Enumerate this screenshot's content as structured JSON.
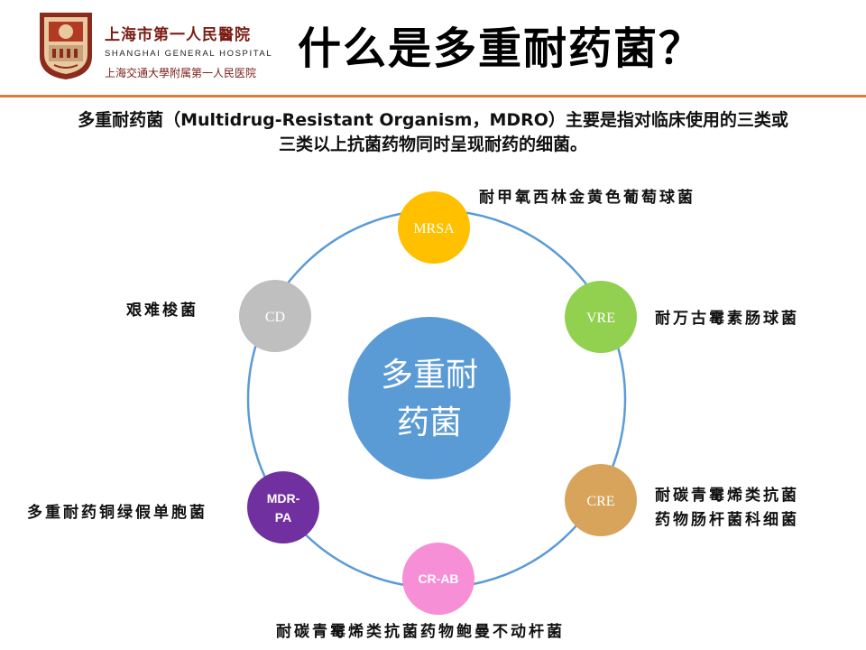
{
  "header": {
    "hospital_cn": "上海市第一人民醫院",
    "hospital_en": "SHANGHAI GENERAL HOSPITAL",
    "hospital_affiliation": "上海交通大學附属第一人民医院",
    "title": "什么是多重耐药菌？"
  },
  "definition": {
    "line1": "多重耐药菌（Multidrug-Resistant Organism，MDRO）主要是指对临床使用的三类或",
    "line2": "三类以上抗菌药物同时呈现耐药的细菌。"
  },
  "diagram": {
    "center": {
      "line1": "多重耐",
      "line2": "药菌",
      "color": "#5b9bd5"
    },
    "ring_color": "#5b9bd5",
    "nodes": [
      {
        "id": "mrsa",
        "label": "MRSA",
        "color": "#ffc000",
        "annotation": [
          "耐甲氧西林金黄色葡萄球菌"
        ]
      },
      {
        "id": "vre",
        "label": "VRE",
        "color": "#92d050",
        "annotation": [
          "耐万古霉素肠球菌"
        ]
      },
      {
        "id": "cre",
        "label": "CRE",
        "color": "#d8a35a",
        "annotation": [
          "耐碳青霉烯类抗菌",
          "药物肠杆菌科细菌"
        ]
      },
      {
        "id": "crab",
        "label": "CR-AB",
        "color": "#f78fd6",
        "annotation": [
          "耐碳青霉烯类抗菌药物鲍曼不动杆菌"
        ]
      },
      {
        "id": "mdrpa",
        "label": "MDR-PA",
        "color": "#7030a0",
        "annotation": [
          "多重耐药铜绿假单胞菌"
        ]
      },
      {
        "id": "cd",
        "label": "CD",
        "color": "#bfbfbf",
        "annotation": [
          "艰难梭菌"
        ]
      }
    ]
  }
}
